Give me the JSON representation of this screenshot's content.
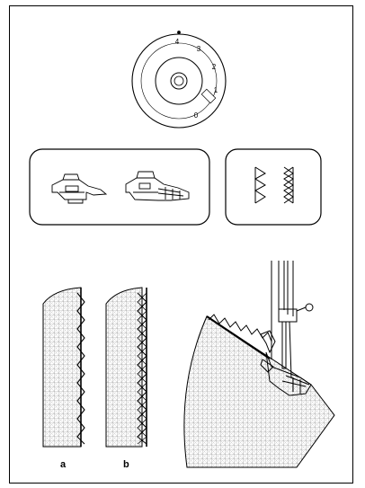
{
  "dial": {
    "numbers": [
      "4",
      "3",
      "2",
      "1",
      "0"
    ]
  },
  "panel_labels": {
    "a": "a",
    "b": "b"
  },
  "colors": {
    "line": "#000000",
    "background": "#ffffff",
    "fabric_grid": "#8a8a8a"
  },
  "icons": {
    "presser_foot_a": "zigzag-presser-foot-icon",
    "presser_foot_b": "overcast-presser-foot-icon",
    "stitch_a": "three-step-zigzag-stitch-icon",
    "stitch_b": "double-overlock-stitch-icon"
  }
}
